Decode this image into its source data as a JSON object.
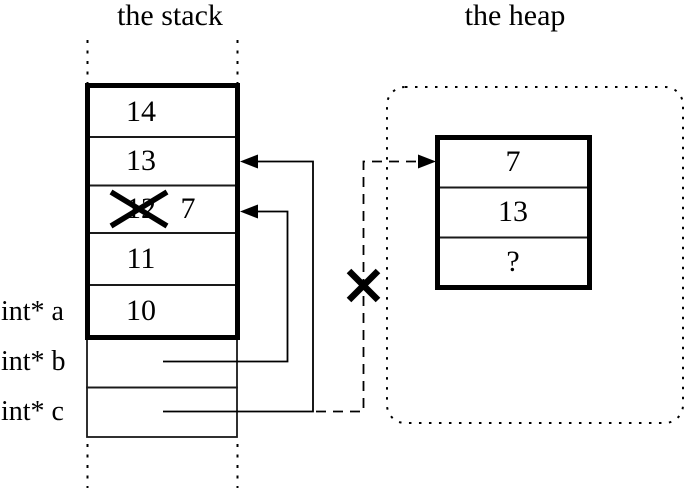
{
  "titles": {
    "stack": "the stack",
    "heap": "the heap"
  },
  "stack": {
    "cells": [
      {
        "value": "14"
      },
      {
        "value": "13"
      },
      {
        "value": "12",
        "crossed_out": true,
        "new_value": "7"
      },
      {
        "value": "11"
      },
      {
        "value": "10"
      }
    ],
    "pointer_cells": [
      {
        "owner": "int* b",
        "value": ""
      },
      {
        "owner": "int* c",
        "value": ""
      }
    ]
  },
  "variables": [
    {
      "label": "int* a"
    },
    {
      "label": "int* b"
    },
    {
      "label": "int* c"
    }
  ],
  "heap": {
    "cells": [
      {
        "value": "7"
      },
      {
        "value": "13"
      },
      {
        "value": "?"
      }
    ]
  },
  "marks": {
    "stack_value_cross_out": "x-mark over stack value 12",
    "dangling_pointer_cross_out": "x-mark on dashed pointer line from int* c to heap object"
  },
  "colors": {
    "ink": "#000000",
    "background": "#ffffff"
  }
}
